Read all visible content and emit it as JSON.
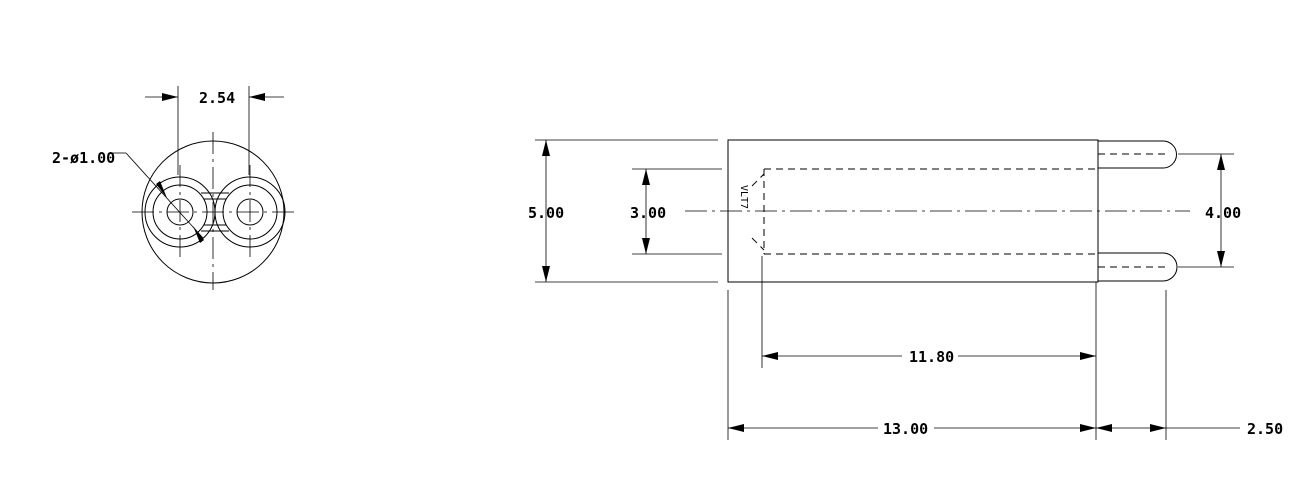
{
  "end_view": {
    "pin_pitch": "2.54",
    "hole_callout": "2-ø1.00"
  },
  "side_view": {
    "overall_height": "5.00",
    "cavity_height": "3.00",
    "pin_spacing": "4.00",
    "cavity_length": "11.80",
    "body_length": "13.00",
    "pin_protrusion": "2.50",
    "marking": "VLT7"
  }
}
